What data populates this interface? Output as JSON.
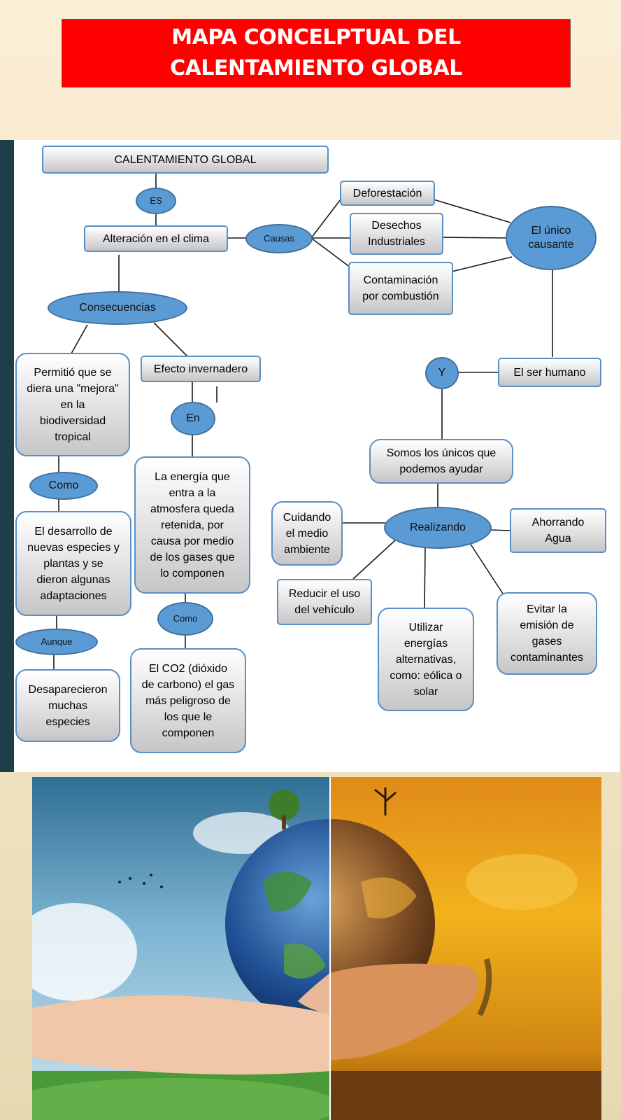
{
  "title": "MAPA CONCELPTUAL DEL CALENTAMIENTO GLOBAL",
  "nodes": {
    "calentamiento": "CALENTAMIENTO GLOBAL",
    "es": "ES",
    "alteracion": "Alteración en el clima",
    "causas": "Causas",
    "deforestacion": "Deforestación",
    "desechos": "Desechos Industriales",
    "contaminacion": "Contaminación por combustión",
    "unico_causante": "El único causante",
    "consecuencias": "Consecuencias",
    "permitio": "Permitió que se diera una \"mejora\" en la biodiversidad tropical",
    "efecto": "Efecto invernadero",
    "en": "En",
    "energia": "La energía que entra a la atmosfera queda retenida, por causa por medio de los gases que lo componen",
    "como1": "Como",
    "desarrollo": "El desarrollo de nuevas especies y plantas y se dieron algunas adaptaciones",
    "aunque": "Aunque",
    "desaparecieron": "Desaparecieron muchas especies",
    "como2": "Como",
    "co2": "El CO2 (dióxido de carbono) el gas más peligroso de los que le componen",
    "y": "Y",
    "ser_humano": "El ser humano",
    "somos": "Somos los únicos que podemos ayudar",
    "realizando": "Realizando",
    "cuidando": "Cuidando el medio ambiente",
    "ahorrando": "Ahorrando Agua",
    "reducir": "Reducir el uso del vehículo",
    "utilizar": "Utilizar energías alternativas, como: eólica o solar",
    "evitar": "Evitar la emisión de gases contaminantes"
  },
  "colors": {
    "banner": "#ff0000",
    "ellipse_fill": "#5b9bd5",
    "box_border": "#5a8fc4",
    "side_bar": "#1d3f48"
  },
  "image": {
    "subject": "hands holding earth: green healthy half and burning half"
  }
}
